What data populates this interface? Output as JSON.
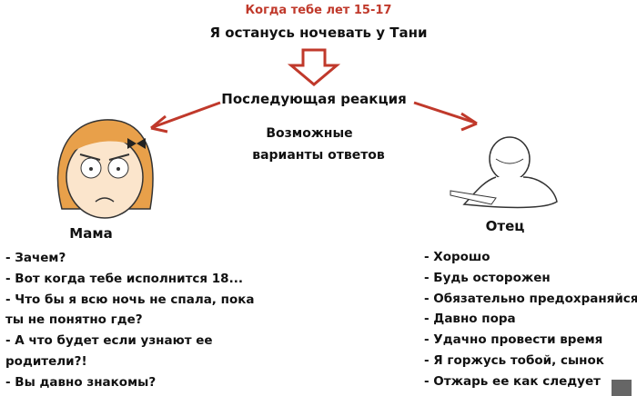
{
  "header": {
    "title": "Когда тебе лет 15-17",
    "statement": "Я останусь ночевать у Тани"
  },
  "reaction_label": "Последующая реакция",
  "possible_answers": [
    "Возможные",
    "варианты ответов"
  ],
  "mom": {
    "label": "Мама",
    "lines": [
      "- Зачем?",
      "- Вот когда тебе исполнится 18...",
      "- Что бы я всю ночь не спала, пока",
      "ты не понятно где?",
      "- А что будет если узнают ее",
      "родители?!",
      "- Вы давно знакомы?"
    ]
  },
  "dad": {
    "label": "Отец",
    "lines": [
      "- Хорошо",
      "- Будь осторожен",
      "- Обязательно предохраняйся",
      "- Давно пора",
      "- Удачно провести время",
      "- Я горжусь тобой, сынок",
      "- Отжарь ее как следует"
    ]
  },
  "colors": {
    "accent": "#c0392b",
    "arrow": "#c0392b"
  }
}
